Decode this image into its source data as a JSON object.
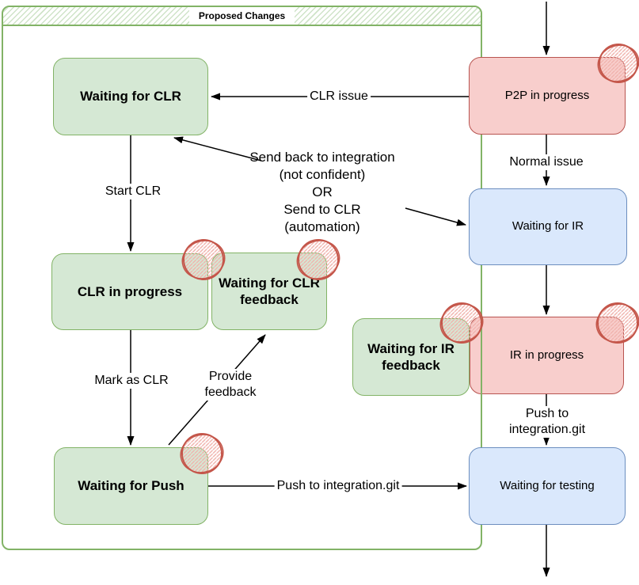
{
  "group": {
    "title": "Proposed Changes"
  },
  "nodes": {
    "waiting_clr": {
      "label": "Waiting for CLR",
      "color": "green"
    },
    "clr_progress": {
      "label": "CLR in progress",
      "color": "green"
    },
    "clr_feedback": {
      "label": "Waiting for CLR\nfeedback",
      "color": "green"
    },
    "waiting_push": {
      "label": "Waiting for Push",
      "color": "green"
    },
    "p2p_progress": {
      "label": "P2P in progress",
      "color": "red"
    },
    "waiting_ir": {
      "label": "Waiting for IR",
      "color": "blue"
    },
    "ir_feedback": {
      "label": "Waiting for IR\nfeedback",
      "color": "green"
    },
    "ir_progress": {
      "label": "IR in progress",
      "color": "red"
    },
    "waiting_testing": {
      "label": "Waiting for testing",
      "color": "blue"
    }
  },
  "edge_labels": {
    "clr_issue": "CLR issue",
    "start_clr": "Start CLR",
    "mark_as_clr": "Mark as CLR",
    "push_to_integration_left": "Push to integration.git",
    "provide_feedback": "Provide\nfeedback",
    "normal_issue": "Normal issue",
    "push_to_integration_right": "Push to integration.git",
    "branch_note": "Send back to integration\n(not confident)\nOR\nSend to CLR\n(automation)"
  },
  "colors": {
    "node_green_fill": "#d5e8d4",
    "node_green_stroke": "#82b366",
    "node_red_fill": "#f8cecc",
    "node_red_stroke": "#b85450",
    "node_blue_fill": "#dae8fc",
    "node_blue_stroke": "#6c8ebf",
    "container_stroke": "#82b366",
    "container_hatch": "#cfe3c8",
    "annotation_circle": "#c4564a",
    "annotation_hatch": "#f0b3ad",
    "arrow": "#000000"
  }
}
